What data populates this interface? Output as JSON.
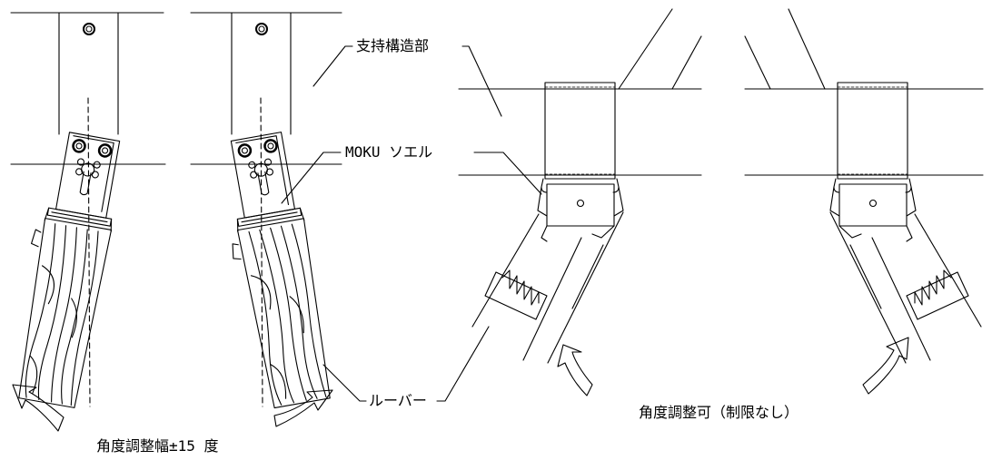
{
  "labels": {
    "support_structure": "支持構造部",
    "moku_sole": "MOKU ソエル",
    "louver": "ルーバー",
    "angle_range": "角度調整幅±15 度",
    "angle_unlimited": "角度調整可（制限なし）"
  },
  "colors": {
    "line": "#000000",
    "background": "#ffffff"
  }
}
